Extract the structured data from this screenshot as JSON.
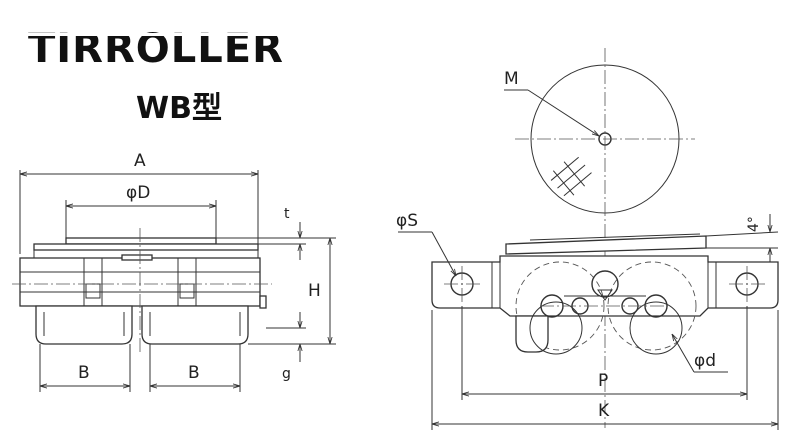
{
  "brand": {
    "logo": "TIRROLLER",
    "model": "WB型"
  },
  "side_view_labels": {
    "A": "A",
    "phiD": "φD",
    "t": "t",
    "H": "H",
    "g": "g",
    "B1": "B",
    "B2": "B"
  },
  "front_view_labels": {
    "M": "M",
    "phiS": "φS",
    "angle": "4°",
    "phid": "φd",
    "P": "P",
    "K": "K"
  },
  "colors": {
    "line": "#333333",
    "background": "#ffffff"
  }
}
